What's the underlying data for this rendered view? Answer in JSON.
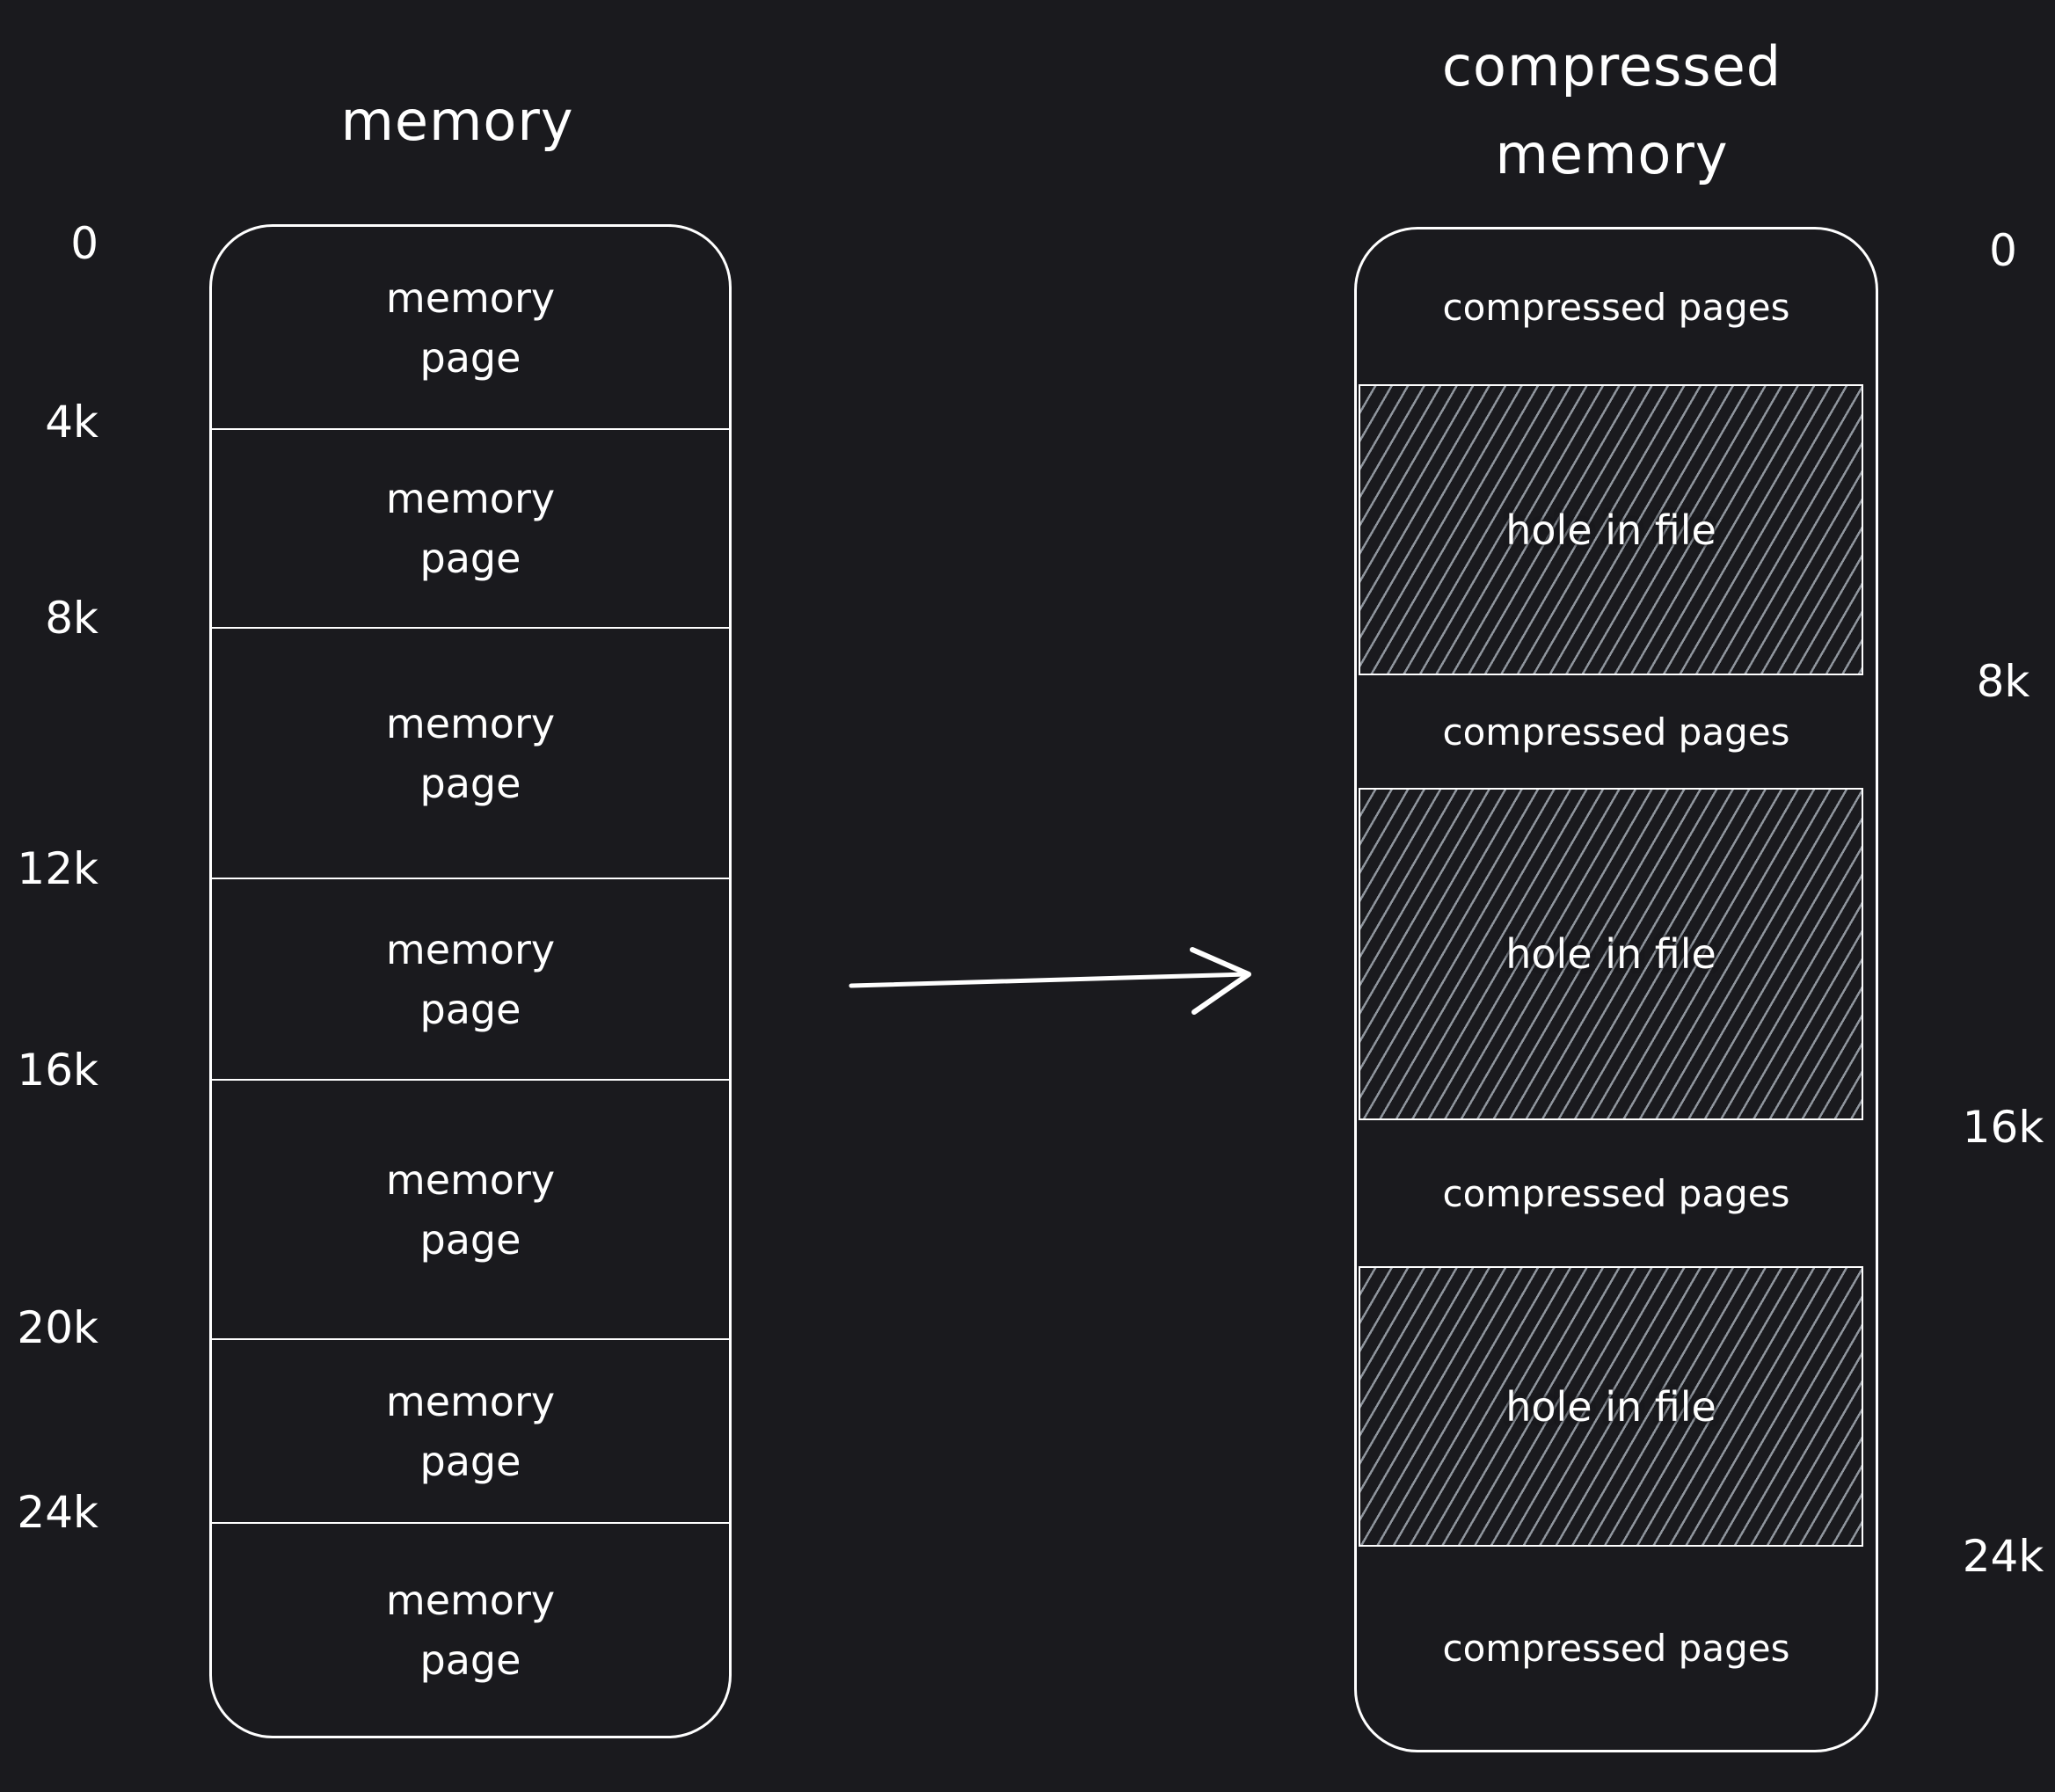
{
  "diagram": {
    "type": "memory-compression-diagram",
    "colors": {
      "background": "#1a1a1e",
      "stroke": "#ffffff",
      "hatch": "#8f959d"
    }
  },
  "left_column": {
    "title": "memory",
    "axis_labels": [
      "0",
      "4k",
      "8k",
      "12k",
      "16k",
      "20k",
      "24k"
    ],
    "pages": [
      "memory page",
      "memory page",
      "memory page",
      "memory page",
      "memory page",
      "memory page",
      "memory page"
    ]
  },
  "right_column": {
    "title": [
      "compressed",
      "memory"
    ],
    "axis_labels": [
      "0",
      "8k",
      "16k",
      "24k"
    ],
    "sections": [
      {
        "type": "compressed",
        "label": "compressed pages"
      },
      {
        "type": "hole",
        "label": "hole in file"
      },
      {
        "type": "compressed",
        "label": "compressed pages"
      },
      {
        "type": "hole",
        "label": "hole in file"
      },
      {
        "type": "compressed",
        "label": "compressed pages"
      },
      {
        "type": "hole",
        "label": "hole in file"
      },
      {
        "type": "compressed",
        "label": "compressed pages"
      }
    ]
  }
}
